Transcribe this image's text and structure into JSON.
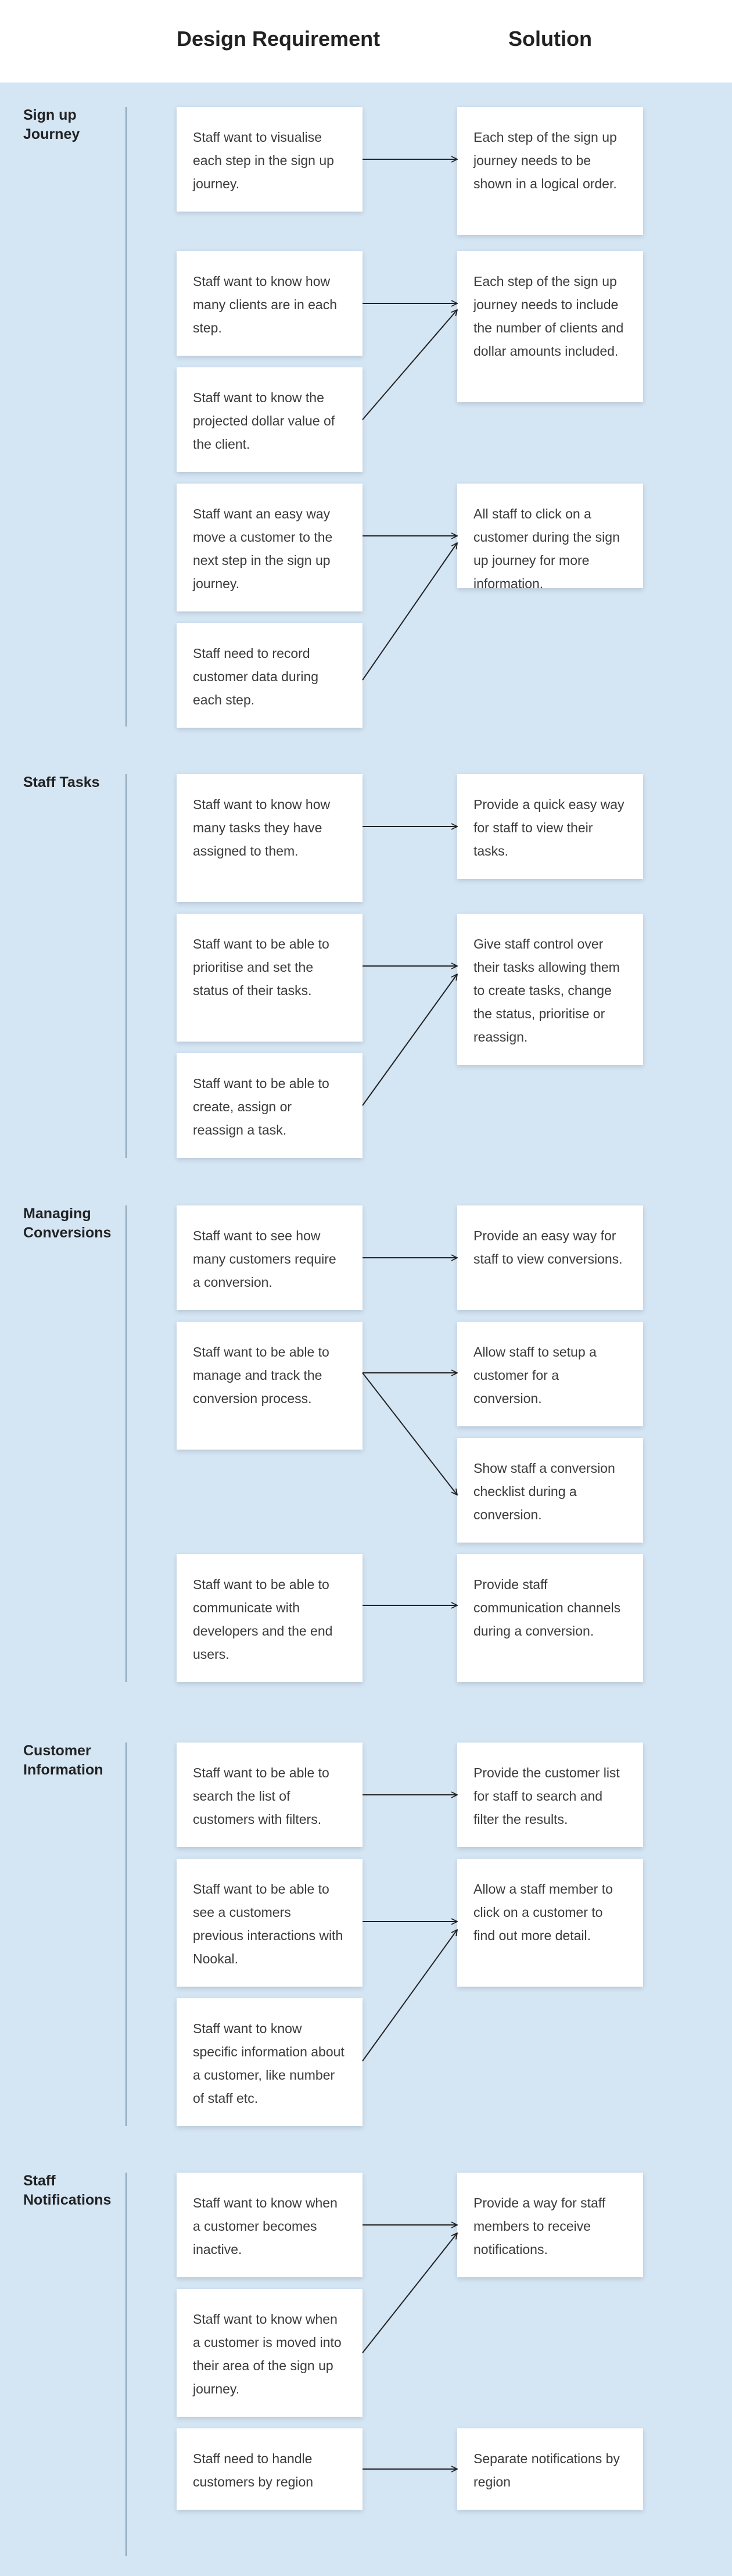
{
  "header": {
    "requirement_title": "Design Requirement",
    "solution_title": "Solution"
  },
  "sections": [
    {
      "label": "Sign up Journey",
      "requirements": [
        "Staff want to visualise each step in the sign up journey.",
        "Staff want to know how many clients are in each step.",
        "Staff want to know the projected dollar value of the client.",
        "Staff want an easy way move a customer to the next step in the sign up journey.",
        "Staff need to record customer data during each step."
      ],
      "solutions": [
        "Each step of the sign up journey needs to be shown in a logical order.",
        "Each step of the sign up journey needs to include the number of clients and dollar amounts included.",
        "All staff to click on a customer during the sign up journey for more information."
      ]
    },
    {
      "label": "Staff Tasks",
      "requirements": [
        "Staff want to know how many tasks they have assigned to them.",
        "Staff want to be able to prioritise and set the status of their tasks.",
        "Staff want to be able to create, assign or reassign a task."
      ],
      "solutions": [
        "Provide a quick easy way for staff to view their tasks.",
        "Give staff control over their tasks allowing them to create tasks, change the status, prioritise or reassign."
      ]
    },
    {
      "label": "Managing Conversions",
      "requirements": [
        "Staff want to see how many customers require a conversion.",
        "Staff want to be able to manage and track the conversion process.",
        "Staff want to be able to communicate with developers and the end users."
      ],
      "solutions": [
        "Provide an easy way for staff to view conversions.",
        "Allow staff to setup a customer for a conversion.",
        "Show staff a conversion checklist during a conversion.",
        "Provide staff communication channels during a conversion."
      ]
    },
    {
      "label": "Customer Information",
      "requirements": [
        "Staff want to be able to search the list of customers with filters.",
        "Staff want to be able to see a customers previous interactions with Nookal.",
        "Staff want to know specific information about a customer, like number of staff etc."
      ],
      "solutions": [
        "Provide the customer list for staff to search and filter the results.",
        "Allow a staff member to click on a customer to find out more detail."
      ]
    },
    {
      "label": "Staff Notifications",
      "requirements": [
        "Staff want to know when a customer becomes inactive.",
        "Staff want to know when a customer is moved into their area of the sign up journey.",
        "Staff need to handle customers by region"
      ],
      "solutions": [
        "Provide a way for staff members to receive notifications.",
        "Separate notifications by region"
      ]
    }
  ]
}
